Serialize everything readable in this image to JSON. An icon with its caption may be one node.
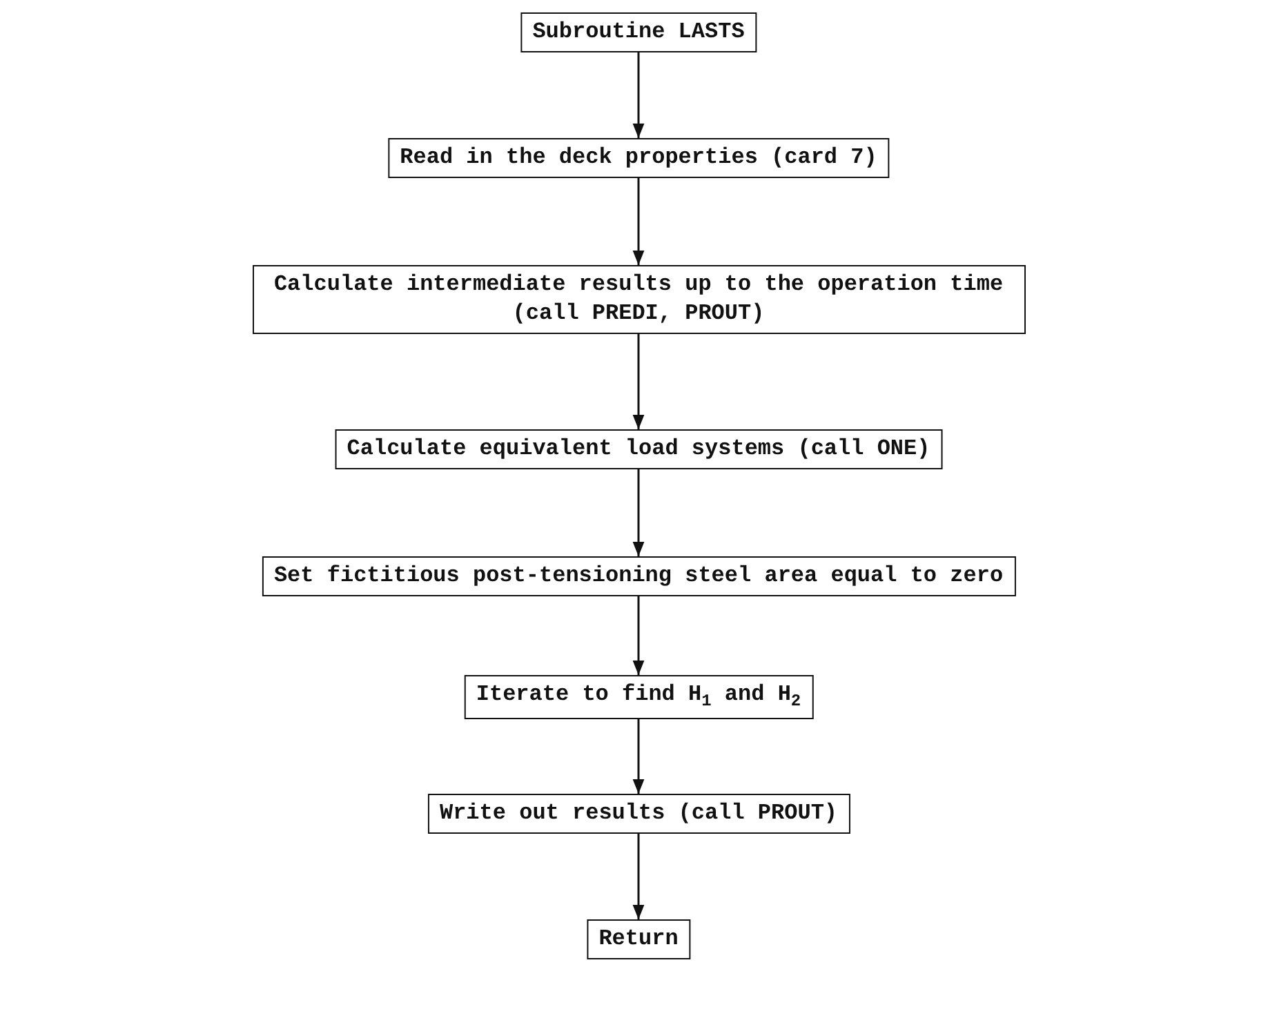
{
  "diagram": {
    "nodes": [
      {
        "text": [
          "Subroutine LASTS"
        ]
      },
      {
        "text": [
          "Read in the deck properties (card 7)"
        ]
      },
      {
        "text": [
          "Calculate intermediate results up to the operation time (call PREDI, PROUT)"
        ]
      },
      {
        "text": [
          "Calculate equivalent load systems (call ONE)"
        ]
      },
      {
        "text": [
          "Set fictitious post-tensioning steel area equal to zero"
        ]
      },
      {
        "text": [
          "Iterate to find H$_{1}$ and H$_{2}$"
        ]
      },
      {
        "text": [
          "Write out results (call PROUT)"
        ]
      },
      {
        "text": [
          "Return"
        ]
      }
    ],
    "edges": [
      {
        "from": 0,
        "to": 1,
        "arrow": "to"
      },
      {
        "from": 1,
        "to": 2,
        "arrow": "to"
      },
      {
        "from": 2,
        "to": 3,
        "arrow": "to"
      },
      {
        "from": 3,
        "to": 4,
        "arrow": "to"
      },
      {
        "from": 4,
        "to": 5,
        "arrow": "to"
      },
      {
        "from": 5,
        "to": 6,
        "arrow": "to"
      },
      {
        "from": 6,
        "to": 7,
        "arrow": "to"
      }
    ]
  }
}
